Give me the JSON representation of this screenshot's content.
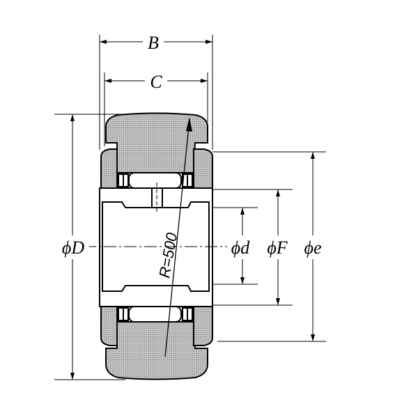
{
  "diagram": {
    "title": "Cylindrical roller track roller (crowned outer ring) cross-section",
    "dimensions": {
      "B": "B",
      "C": "C",
      "D": "ϕD",
      "d": "ϕd",
      "F": "ϕF",
      "e": "ϕe",
      "radius": "R=500"
    },
    "colors": {
      "line": "#000000",
      "hatch": "#a8a8a8",
      "background": "#ffffff"
    }
  }
}
